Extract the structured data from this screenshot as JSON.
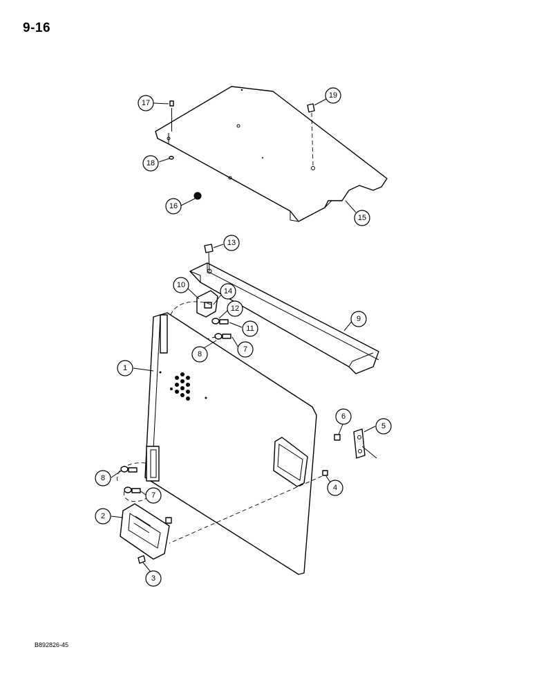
{
  "page_number": "9-16",
  "figure_code": "B892826-45",
  "callouts": [
    {
      "id": "17",
      "label": "17"
    },
    {
      "id": "18",
      "label": "18"
    },
    {
      "id": "19",
      "label": "19"
    },
    {
      "id": "16",
      "label": "16"
    },
    {
      "id": "15",
      "label": "15"
    },
    {
      "id": "13",
      "label": "13"
    },
    {
      "id": "10",
      "label": "10"
    },
    {
      "id": "14",
      "label": "14"
    },
    {
      "id": "12",
      "label": "12"
    },
    {
      "id": "11",
      "label": "11"
    },
    {
      "id": "9",
      "label": "9"
    },
    {
      "id": "8a",
      "label": "8"
    },
    {
      "id": "7a",
      "label": "7"
    },
    {
      "id": "1",
      "label": "1"
    },
    {
      "id": "6",
      "label": "6"
    },
    {
      "id": "5",
      "label": "5"
    },
    {
      "id": "4",
      "label": "4"
    },
    {
      "id": "8b",
      "label": "8"
    },
    {
      "id": "7b",
      "label": "7"
    },
    {
      "id": "2",
      "label": "2"
    },
    {
      "id": "3",
      "label": "3"
    }
  ]
}
